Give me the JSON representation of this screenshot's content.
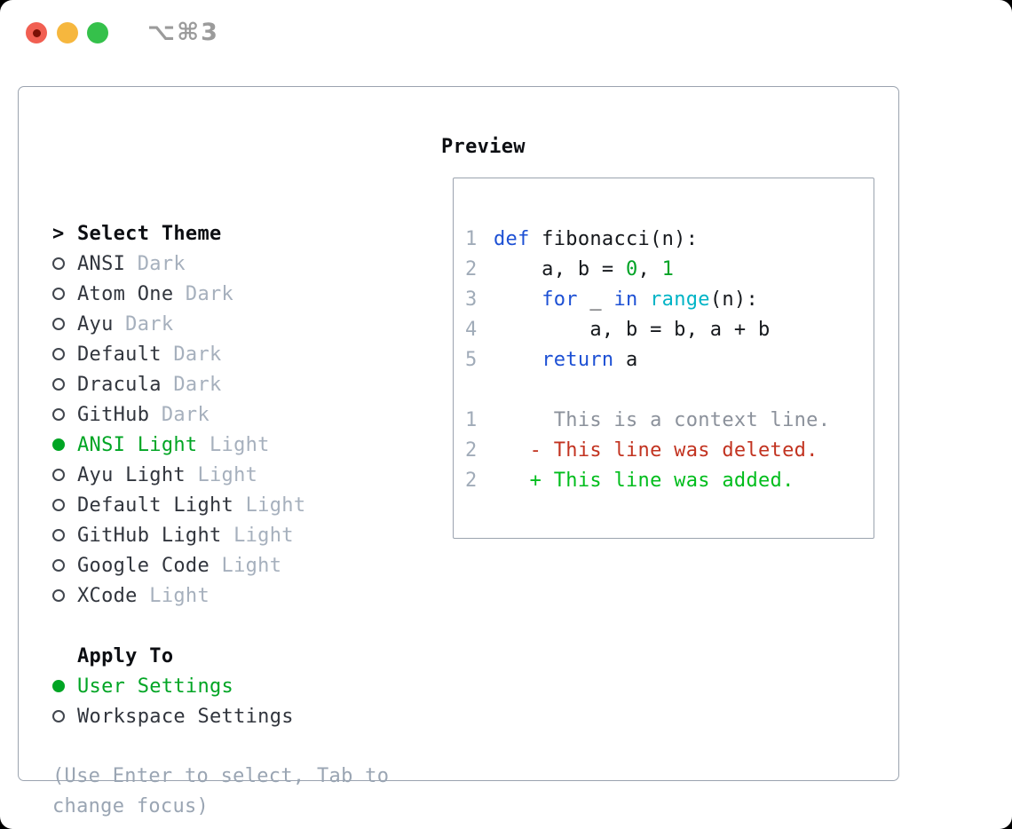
{
  "window": {
    "title": "⌥⌘3",
    "traffic_lights": {
      "close": "close-button",
      "minimize": "minimize-button",
      "zoom": "zoom-button"
    }
  },
  "theme_panel": {
    "header_prefix": ">",
    "header_label": "Select Theme",
    "themes": [
      {
        "name": "ANSI",
        "variant": "Dark",
        "selected": false
      },
      {
        "name": "Atom One",
        "variant": "Dark",
        "selected": false
      },
      {
        "name": "Ayu",
        "variant": "Dark",
        "selected": false
      },
      {
        "name": "Default",
        "variant": "Dark",
        "selected": false
      },
      {
        "name": "Dracula",
        "variant": "Dark",
        "selected": false
      },
      {
        "name": "GitHub",
        "variant": "Dark",
        "selected": false
      },
      {
        "name": "ANSI Light",
        "variant": "Light",
        "selected": true
      },
      {
        "name": "Ayu Light",
        "variant": "Light",
        "selected": false
      },
      {
        "name": "Default Light",
        "variant": "Light",
        "selected": false
      },
      {
        "name": "GitHub Light",
        "variant": "Light",
        "selected": false
      },
      {
        "name": "Google Code",
        "variant": "Light",
        "selected": false
      },
      {
        "name": "XCode",
        "variant": "Light",
        "selected": false
      }
    ],
    "apply_to": {
      "label": "Apply To",
      "options": [
        {
          "name": "User Settings",
          "selected": true
        },
        {
          "name": "Workspace Settings",
          "selected": false
        }
      ]
    },
    "hint": "(Use Enter to select, Tab to change focus)"
  },
  "preview": {
    "title": "Preview",
    "code_lines": [
      {
        "num": "1",
        "tokens": [
          {
            "text": "def",
            "type": "keyword"
          },
          {
            "text": " fibonacci(n):",
            "type": "plain"
          }
        ]
      },
      {
        "num": "2",
        "tokens": [
          {
            "text": "    a, b = ",
            "type": "plain"
          },
          {
            "text": "0",
            "type": "number"
          },
          {
            "text": ", ",
            "type": "plain"
          },
          {
            "text": "1",
            "type": "number"
          }
        ]
      },
      {
        "num": "3",
        "tokens": [
          {
            "text": "    ",
            "type": "plain"
          },
          {
            "text": "for",
            "type": "keyword"
          },
          {
            "text": " _ ",
            "type": "plain"
          },
          {
            "text": "in",
            "type": "keyword"
          },
          {
            "text": " ",
            "type": "plain"
          },
          {
            "text": "range",
            "type": "builtin"
          },
          {
            "text": "(n):",
            "type": "plain"
          }
        ]
      },
      {
        "num": "4",
        "tokens": [
          {
            "text": "        a, b = b, a + b",
            "type": "plain"
          }
        ]
      },
      {
        "num": "5",
        "tokens": [
          {
            "text": "    ",
            "type": "plain"
          },
          {
            "text": "return",
            "type": "keyword"
          },
          {
            "text": " a",
            "type": "plain"
          }
        ]
      }
    ],
    "diff_lines": [
      {
        "num": "1",
        "type": "context",
        "text": "     This is a context line."
      },
      {
        "num": "2",
        "type": "deleted",
        "text": "   - This line was deleted."
      },
      {
        "num": "2",
        "type": "added",
        "text": "   + This line was added."
      }
    ]
  },
  "colors": {
    "window_bg": "#ffffff",
    "page_bg": "#000000",
    "panel_border": "#9ba3af",
    "text_primary": "#31353d",
    "text_header": "#0c0e12",
    "text_muted": "#a6b0bd",
    "hint": "#9aa5b3",
    "selection_green": "#00a524",
    "bullet_border": "#41464e",
    "title_gray": "#9b9b9b",
    "traffic_red": "#f15f52",
    "traffic_red_dot": "#7b1006",
    "traffic_yellow": "#f6b73e",
    "traffic_green": "#35c14b",
    "code_keyword": "#1d50d4",
    "code_builtin": "#00b4c6",
    "code_number": "#00a325",
    "code_plain": "#15181c",
    "lineno": "#a0abb8",
    "diff_context": "#8b919b",
    "diff_deleted": "#c23320",
    "diff_added": "#00bd1c"
  }
}
